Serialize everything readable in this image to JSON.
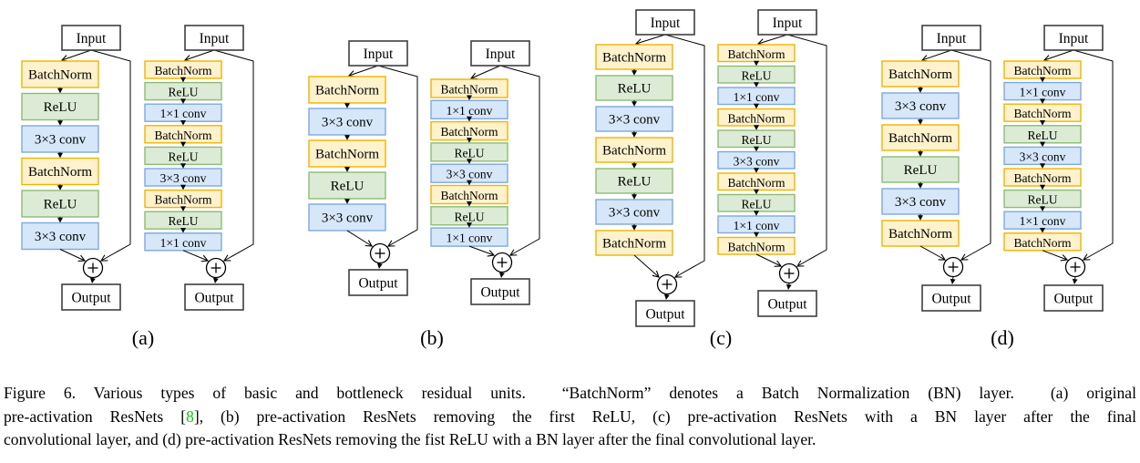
{
  "figure": {
    "terminals": {
      "input": "Input",
      "output": "Output",
      "plus_symbol": "+"
    },
    "colors": {
      "batchnorm": {
        "fill": "#FFF2CC",
        "stroke": "#F0B400"
      },
      "relu": {
        "fill": "#DCEBD5",
        "stroke": "#8CBC74"
      },
      "conv": {
        "fill": "#D6E7F9",
        "stroke": "#7FA9DB"
      },
      "terminal": {
        "fill": "#FFFFFF",
        "stroke": "#3F3F3F"
      },
      "connector": "#000000",
      "reference_link": "#00CC00"
    },
    "groups": [
      {
        "id": "a",
        "label": "(a)",
        "columns": [
          {
            "kind": "basic",
            "layers": [
              "BatchNorm",
              "ReLU",
              "3×3 conv",
              "BatchNorm",
              "ReLU",
              "3×3 conv"
            ]
          },
          {
            "kind": "bottleneck",
            "layers": [
              "BatchNorm",
              "ReLU",
              "1×1 conv",
              "BatchNorm",
              "ReLU",
              "3×3 conv",
              "BatchNorm",
              "ReLU",
              "1×1 conv"
            ]
          }
        ]
      },
      {
        "id": "b",
        "label": "(b)",
        "columns": [
          {
            "kind": "basic",
            "layers": [
              "BatchNorm",
              "3×3 conv",
              "BatchNorm",
              "ReLU",
              "3×3 conv"
            ]
          },
          {
            "kind": "bottleneck",
            "layers": [
              "BatchNorm",
              "1×1 conv",
              "BatchNorm",
              "ReLU",
              "3×3 conv",
              "BatchNorm",
              "ReLU",
              "1×1 conv"
            ]
          }
        ]
      },
      {
        "id": "c",
        "label": "(c)",
        "columns": [
          {
            "kind": "basic",
            "layers": [
              "BatchNorm",
              "ReLU",
              "3×3 conv",
              "BatchNorm",
              "ReLU",
              "3×3 conv",
              "BatchNorm"
            ]
          },
          {
            "kind": "bottleneck",
            "layers": [
              "BatchNorm",
              "ReLU",
              "1×1 conv",
              "BatchNorm",
              "ReLU",
              "3×3 conv",
              "BatchNorm",
              "ReLU",
              "1×1 conv",
              "BatchNorm"
            ]
          }
        ]
      },
      {
        "id": "d",
        "label": "(d)",
        "columns": [
          {
            "kind": "basic",
            "layers": [
              "BatchNorm",
              "3×3 conv",
              "BatchNorm",
              "ReLU",
              "3×3 conv",
              "BatchNorm"
            ]
          },
          {
            "kind": "bottleneck",
            "layers": [
              "BatchNorm",
              "1×1 conv",
              "BatchNorm",
              "ReLU",
              "3×3 conv",
              "BatchNorm",
              "ReLU",
              "1×1 conv",
              "BatchNorm"
            ]
          }
        ]
      }
    ]
  },
  "caption": {
    "line1": "Figure 6. Various types of basic and bottleneck residual units.  “BatchNorm” denotes a Batch Normalization (BN) layer.  (a) original",
    "line2_before_ref": "pre-activation ResNets [",
    "line2_ref": "8",
    "line2_after_ref": "], (b) pre-activation ResNets removing the first ReLU, (c) pre-activation ResNets with a BN layer after the final",
    "line3": "convolutional layer, and (d) pre-activation ResNets removing the fist ReLU with a BN layer after the final convolutional layer."
  }
}
